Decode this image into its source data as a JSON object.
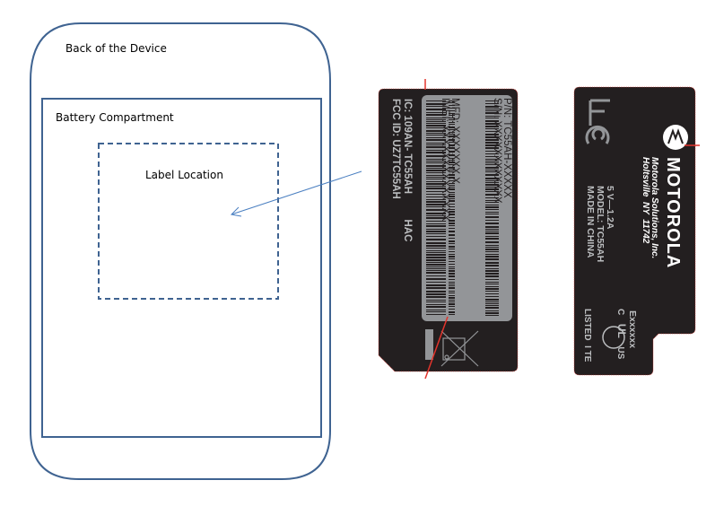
{
  "diagram": {
    "device_title": "Back of the Device",
    "battery_title": "Battery Compartment",
    "label_location_title": "Label Location"
  },
  "label_left": {
    "part_number": "P/N: TC55AH-XXXXX",
    "serial_number": "S/N: XXXXXXXXXXXX",
    "mfd": "MFD: XXXXXXX X",
    "imei": "IMEI: XXXXXXXXXXXXXX",
    "ic": "IC: 109AN- TC55AH",
    "hac": "HAC",
    "fcc_id": "FCC ID: UZ7TC55AH"
  },
  "label_right": {
    "fcc_logo": "FC",
    "brand": "MOTOROLA",
    "company": "Motorola Solutions, Inc.",
    "address": "Holtsville  NY  11742",
    "power": "5 V—1.2A",
    "model": "MODEL: TC55AH",
    "origin": "MADE IN CHINA",
    "ul_c": "C",
    "ul_mark": "UL",
    "ul_us": "US",
    "listed": "LISTED  I TE",
    "file_no": "Exxxxxx"
  },
  "colors": {
    "diagram_stroke": "#3f6391",
    "arrow": "#4a7fc1",
    "label_bg": "#231f20",
    "label_text": "#bcbec0",
    "barcode_panel": "#939598",
    "cut_line": "#e2342c"
  }
}
